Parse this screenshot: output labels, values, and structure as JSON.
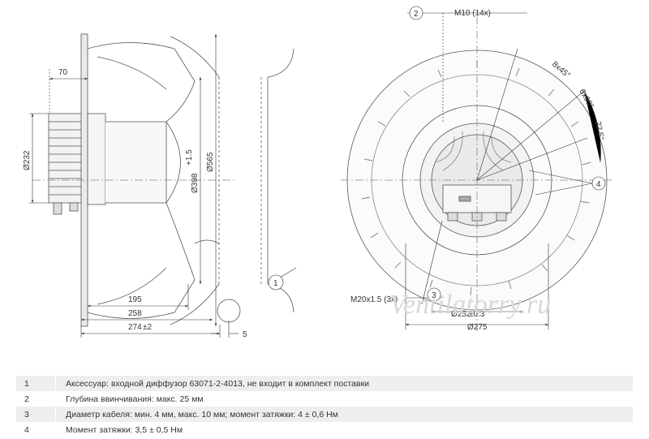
{
  "drawing": {
    "side_view": {
      "dims": {
        "d70": "70",
        "d232": "Ø232",
        "d398": "Ø398",
        "d398_tol": "+1.5",
        "d565": "Ø565",
        "d195": "195",
        "d258": "258",
        "d274": "274",
        "d274_tol": "±2",
        "d5": "5"
      },
      "callout_1": "1"
    },
    "front_view": {
      "callout_2": "2",
      "m10": "M10 (14x)",
      "angle_8x45": "8x45°",
      "angle_6x60": "6x60°",
      "angle_22_5": "22.5°",
      "callout_4": "4",
      "m20": "M20x1.5 (3x)",
      "callout_3": "3",
      "d252": "Ø252",
      "d252_tol": "±0.3",
      "d275": "Ø275"
    },
    "watermark": "Ventilatorry.ru"
  },
  "notes": [
    {
      "num": "1",
      "text": "Аксессуар: входной диффузор 63071-2-4013, не входит в комплект поставки"
    },
    {
      "num": "2",
      "text": "Глубина ввинчивания: макс. 25 мм"
    },
    {
      "num": "3",
      "text": "Диаметр кабеля: мин. 4 мм, макс. 10 мм; момент затяжки: 4 ± 0,6 Нм"
    },
    {
      "num": "4",
      "text": "Момент затяжки: 3,5 ± 0,5 Нм"
    }
  ]
}
